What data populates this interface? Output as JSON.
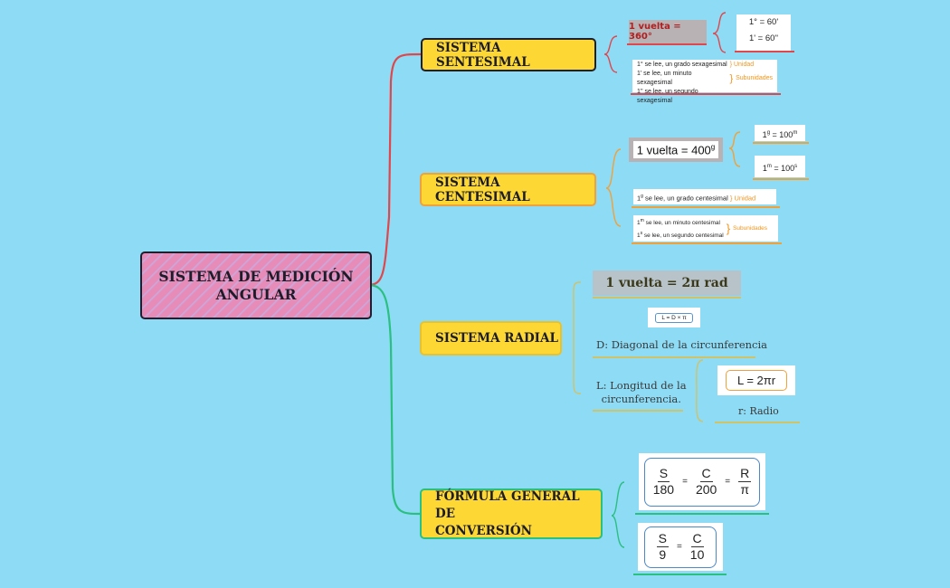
{
  "colors": {
    "background": "#8ddbf5",
    "node": "#fdd835",
    "central": "#e78bb9",
    "red": "#e0474c",
    "orange": "#f0a13a",
    "khaki": "#cfc269",
    "green": "#2bbf80"
  },
  "central": {
    "line1": "SISTEMA DE MEDICIÓN",
    "line2": "ANGULAR"
  },
  "sexagesimal": {
    "title": "SISTEMA SENTESIMAL",
    "vuelta": "1 vuelta = 360°",
    "eq1": "1° = 60'",
    "eq2": "1' = 60''",
    "reads": [
      "1° se lee, un grado sexagesimal",
      "1' se lee, un minuto sexagesimal",
      "1'' se lee, un segundo sexagesimal"
    ],
    "unidad": "} Unidad",
    "subunidades": "Subunidades"
  },
  "centesimal": {
    "title": "SISTEMA CENTESIMAL",
    "vuelta": "1 vuelta = 400",
    "vuelta_sup": "g",
    "eq1_a": "1",
    "eq1_sup_a": "g",
    "eq1_b": " = 100",
    "eq1_sup_b": "m",
    "eq2_a": "1",
    "eq2_sup_a": "m",
    "eq2_b": " = 100",
    "eq2_sup_b": "s",
    "read_grado_sup": "g",
    "read_grado": " se lee, un grado centesimal",
    "unidad": "} Unidad",
    "read_min_sup": "m",
    "read_min": " se lee, un minuto centesimal",
    "read_seg_sup": "s",
    "read_seg": " se lee, un segundo centesimal",
    "subunidades": "Subunidades"
  },
  "radial": {
    "title": "SISTEMA RADIAL",
    "vuelta": "1 vuelta = 2π rad",
    "formula": "L = D × π",
    "diag": "D: Diagonal de la circunferencia",
    "long1": "L: Longitud de la",
    "long2": "circunferencia.",
    "circ": "L = 2πr",
    "radio": "r: Radio"
  },
  "formula": {
    "title1": "FÓRMULA GENERAL DE",
    "title2": "CONVERSIÓN",
    "S": "S",
    "n180": "180",
    "C": "C",
    "n200": "200",
    "R": "R",
    "pi": "π",
    "eq": "=",
    "n9": "9",
    "n10": "10"
  }
}
